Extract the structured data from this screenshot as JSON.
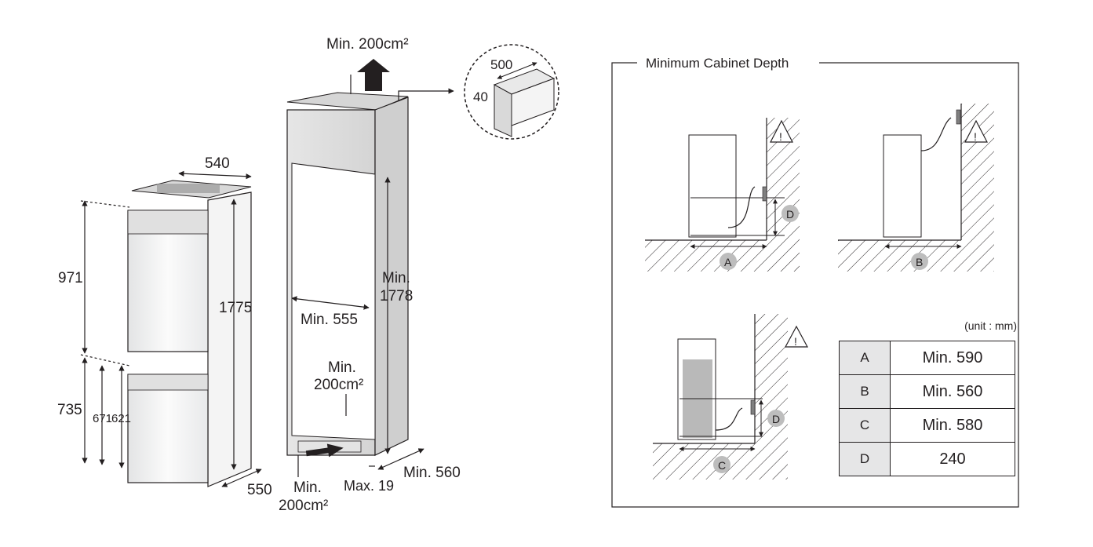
{
  "left_diagram": {
    "vent_top": {
      "line1": "Min. 200cm²"
    },
    "detail": {
      "width": "500",
      "height": "40"
    },
    "fridge": {
      "width": "540",
      "height": "1775",
      "depth": "550",
      "upper": "971",
      "lower": "735",
      "h671": "671",
      "h621": "621"
    },
    "cabinet": {
      "width_line1": "Min.",
      "width_value": "555",
      "height_line1": "Min.",
      "height_line2": "1778",
      "vent_mid_line1": "Min.",
      "vent_mid_line2": "200cm²",
      "vent_bottom_line1": "Min.",
      "vent_bottom_line2": "200cm²",
      "gap": "Max. 19",
      "depth": "Min. 560"
    }
  },
  "right_panel": {
    "title": "Minimum Cabinet Depth",
    "unit": "(unit : mm)",
    "markers": [
      "A",
      "B",
      "C",
      "D"
    ],
    "table": [
      {
        "key": "A",
        "value": "Min. 590"
      },
      {
        "key": "B",
        "value": "Min. 560"
      },
      {
        "key": "C",
        "value": "Min. 580"
      },
      {
        "key": "D",
        "value": "240"
      }
    ]
  }
}
